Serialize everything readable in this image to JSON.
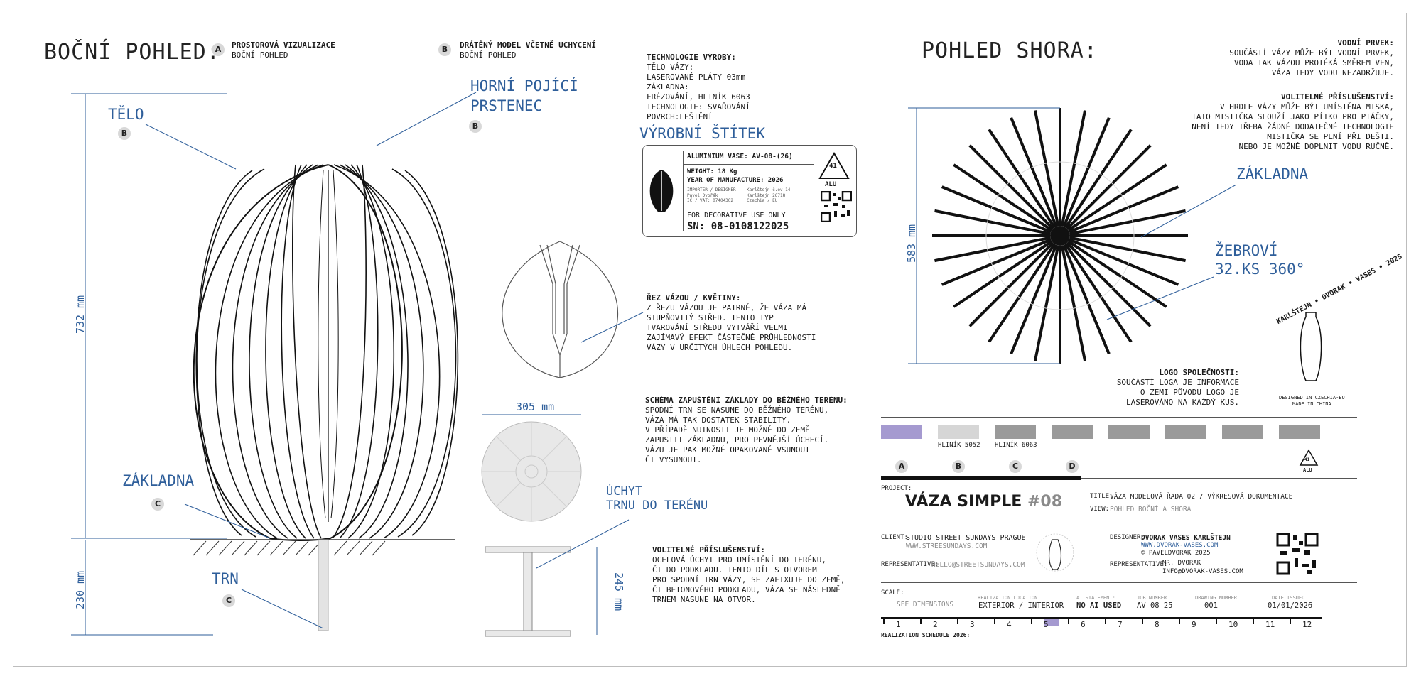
{
  "side_view": {
    "title": "BOČNÍ POHLED:",
    "legend_a_letter": "A",
    "legend_a_title": "PROSTOROVÁ VIZUALIZACE",
    "legend_a_sub": "BOČNÍ POHLED",
    "legend_b_letter": "B",
    "legend_b_title": "DRÁTĚNÝ MODEL VČETNĚ UCHYCENÍ",
    "legend_b_sub": "BOČNÍ POHLED",
    "label_body": "TĚLO",
    "label_body_tag": "B",
    "label_ring_1": "HORNÍ POJÍCÍ",
    "label_ring_2": "PRSTENEC",
    "label_ring_tag": "B",
    "label_base": "ZÁKLADNA",
    "label_base_tag": "C",
    "label_spike": "TRN",
    "label_spike_tag": "C",
    "dim_height": "732 mm",
    "dim_spike": "230 mm"
  },
  "technology": {
    "heading": "TECHNOLOGIE VÝROBY:",
    "body": "TĚLO VÁZY:\nLASEROVANÉ PLÁTY 03mm\nZÁKLADNA:\nFRÉZOVÁNÍ, HLINÍK 6063\nTECHNOLOGIE: SVAŘOVÁNÍ\nPOVRCH:LEŠTĚNÍ"
  },
  "nameplate": {
    "heading": "VÝROBNÍ ŠTÍTEK",
    "model": "ALUMINIUM VASE: AV-08-(26)",
    "weight": "WEIGHT: 18 Kg",
    "year": "YEAR OF MANUFACTURE: 2026",
    "importer_col1": "IMPORTER / DESIGNER:\nPavel Dvořák\nIČ / VAT: 07404302",
    "importer_col2": "Karlštejn č.ev.14\nKarlštejn 26718\nCzechia / EU",
    "decorative": "FOR DECORATIVE USE ONLY",
    "serial": "SN: 08-0108122025",
    "recycle_number": "41",
    "recycle_text": "ALU"
  },
  "cross_section": {
    "heading": "ŘEZ VÁZOU / KVĚTINY:",
    "body": "Z ŘEZU VÁZOU JE PATRNÉ, ŽE VÁZA MÁ\nSTUPŇOVITÝ STŘED. TENTO TYP\nTVAROVÁNÍ STŘEDU VYTVÁŘÍ VELMI\nZAJÍMAVÝ EFEKT ČÁSTEČNÉ PRŮHLEDNOSTI\nVÁZY V URČITÝCH ÚHLECH POHLEDU."
  },
  "base_scheme": {
    "dim": "305 mm",
    "heading": "SCHÉMA ZAPUŠTĚNÍ ZÁKLADY DO BĚŽNÉHO TERÉNU:",
    "body": "SPODNÍ TRN SE NASUNE DO BĚŽNÉHO TERÉNU,\nVÁZA MÁ TAK DOSTATEK STABILITY.\nV PŘÍPADĚ NUTNOSTI JE MOŽNÉ DO ZEMĚ\nZAPUSTIT ZÁKLADNU, PRO PEVNĚJŠÍ ÚCHECÍ.\nVÁZU JE PAK MOŽNÉ OPAKOVANĚ VSUNOUT\nČI VYSUNOUT."
  },
  "mount": {
    "label_1": "ÚCHYT",
    "label_2": "TRNU DO TERÉNU",
    "dim": "245 mm",
    "heading": "VOLITELNÉ PŘÍSLUŠENSTVÍ:",
    "body": "OCELOVÁ ÚCHYT PRO UMÍSTĚNÍ DO TERÉNU,\nČI DO PODKLADU. TENTO DÍL S OTVOREM\nPRO SPODNÍ TRN VÁZY, SE ZAFIXUJE DO ZEMĚ,\nČI BETONOVÉHO PODKLADU, VÁZA SE NÁSLEDNĚ\nTRNEM NASUNE NA OTVOR."
  },
  "top_view": {
    "title": "POHLED SHORA:",
    "label_base": "ZÁKLADNA",
    "label_ribs_1": "ŽEBROVÍ",
    "label_ribs_2": "32.KS 360°",
    "dim": "583 mm",
    "water_heading": "VODNÍ PRVEK:",
    "water_body": "SOUČÁSTÍ VÁZY MŮŽE BÝT VODNÍ PRVEK,\nVODA TAK VÁZOU PROTÉKÁ SMĚREM VEN,\nVÁZA TEDY VODU NEZADRŽUJE.",
    "acc_heading": "VOLITELNÉ PŘÍSLUŠENSTVÍ:",
    "acc_body": "V HRDLE VÁZY MŮŽE BÝT UMÍSTĚNA MISKA,\nTATO MISTIČKA SLOUŽÍ JAKO PÍTKO PRO PTÁČKY,\nNENÍ TEDY TŘEBA ŽÁDNÉ DODATEČNÉ TECHNOLOGIE\nMISTIČKA SE PLNÍ PŘI DEŠTI.\nNEBO JE MOŽNÉ DOPLNIT VODU RUČNĚ.",
    "logo_heading": "LOGO SPOLEČNOSTI:",
    "logo_body": "SOUČÁSTÍ LOGA JE INFORMACE\nO ZEMI PŮVODU LOGO JE\nLASEROVÁNO NA KAŽDÝ KUS.",
    "logo_ring_text": "KARLŠTEJN • DVORAK • VASES • 2025",
    "logo_caption": "DESIGNED IN CZECHIA-EU\nMADE IN CHINA"
  },
  "materials": {
    "swatches": [
      {
        "color": "#a59ad0",
        "label": "",
        "letter": "A"
      },
      {
        "color": "#d6d6d6",
        "label": "HLINÍK 5052",
        "letter": "B"
      },
      {
        "color": "#9a9a9a",
        "label": "HLINÍK 6063",
        "letter": "C"
      },
      {
        "color": "#9a9a9a",
        "label": "",
        "letter": "D"
      },
      {
        "color": "#9a9a9a",
        "label": "",
        "letter": ""
      },
      {
        "color": "#9a9a9a",
        "label": "",
        "letter": ""
      },
      {
        "color": "#9a9a9a",
        "label": "",
        "letter": ""
      },
      {
        "color": "#9a9a9a",
        "label": "",
        "letter": ""
      }
    ],
    "recycle_number": "41",
    "recycle_text": "ALU"
  },
  "title_block": {
    "project_label": "PROJECT:",
    "project_name": "VÁZA SIMPLE",
    "project_number": "#08",
    "title_label": "TITLE:",
    "title_value": "VÁZA MODELOVÁ ŘADA 02 / VÝKRESOVÁ DOKUMENTACE",
    "view_label": "VIEW:",
    "view_value": "POHLED BOČNÍ A SHORA",
    "client_label": "CLIENT:",
    "client_name": "STUDIO STREET SUNDAYS PRAGUE",
    "client_web": "WWW.STREESUNDAYS.COM",
    "rep_label": "REPRESENTATIVE:",
    "rep_value": "HELLO@STREETSUNDAYS.COM",
    "designer_label": "DESIGNER:",
    "designer_name": "DVORAK VASES KARLŠTEJN",
    "designer_web": "WWW.DVORAK-VASES.COM",
    "designer_copy": "© PAVELDVORAK 2025",
    "designer_rep_label": "REPRESENTATIVE:",
    "designer_rep_name": "MR. DVORAK",
    "designer_rep_mail": "INFO@DVORAK-VASES.COM",
    "scale_label": "SCALE:",
    "scale_value": "SEE DIMENSIONS",
    "loc_label": "REALIZATION LOCATION",
    "loc_value": "EXTERIOR / INTERIOR",
    "ai_label": "AI STATEMENT:",
    "ai_value": "NO AI USED",
    "job_label": "JOB NUMBER",
    "job_value": "AV 08 25",
    "drw_label": "DRAWING NUMBER",
    "drw_value": "001",
    "date_label": "DATE ISSUED",
    "date_value": "01/01/2026",
    "schedule_label": "REALIZATION SCHEDULE 2026:",
    "months": [
      "1",
      "2",
      "3",
      "4",
      "5",
      "6",
      "7",
      "8",
      "9",
      "10",
      "11",
      "12"
    ],
    "highlight_month": "5"
  }
}
